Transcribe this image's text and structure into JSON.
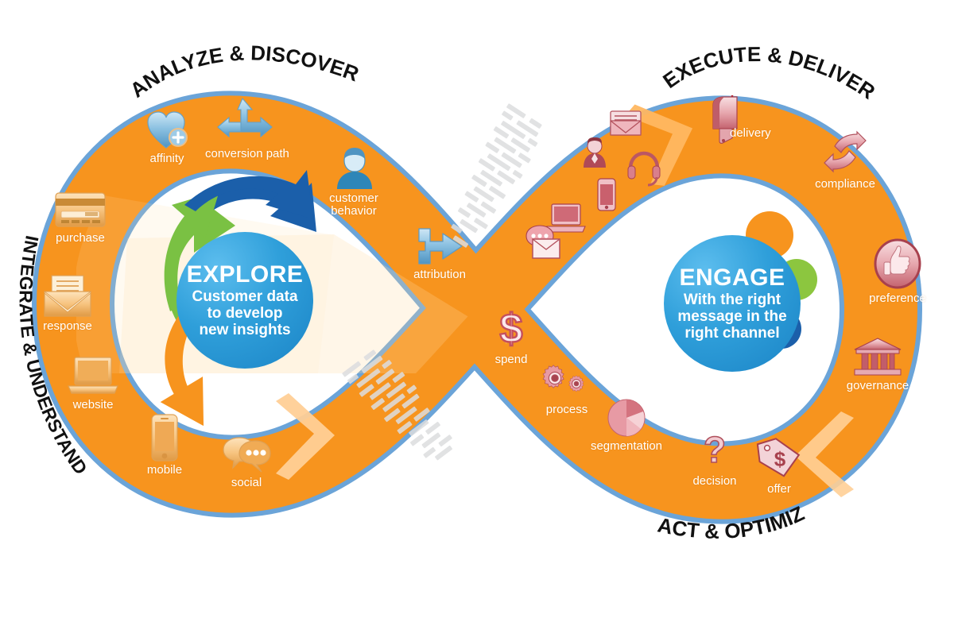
{
  "diagram": {
    "title_curves": [
      {
        "id": "analyze-discover",
        "text": "ANALYZE & DISCOVER"
      },
      {
        "id": "execute-deliver",
        "text": "EXECUTE & DELIVER"
      },
      {
        "id": "integrate-understand",
        "text": "INTEGRATE & UNDERSTAND"
      },
      {
        "id": "act-optimize",
        "text": "ACT & OPTIMIZE"
      }
    ],
    "hubs": [
      {
        "id": "explore",
        "title": "EXPLORE",
        "subtitle": "Customer data\nto develop\nnew insights",
        "sub_line1": "Customer data",
        "sub_line2": "to develop",
        "sub_line3": "new insights",
        "color": "#2e9bd6"
      },
      {
        "id": "engage",
        "title": "ENGAGE",
        "subtitle": "With the right\nmessage in the\nright channel",
        "sub_line1": "With the right",
        "sub_line2": "message in the",
        "sub_line3": "right channel",
        "color": "#2e9bd6"
      }
    ],
    "nodes_left": [
      {
        "id": "affinity",
        "label": "affinity",
        "icon": "heart-plus-icon",
        "tone": "blue"
      },
      {
        "id": "conversion-path",
        "label": "conversion path",
        "icon": "three-way-arrow-icon",
        "tone": "blue"
      },
      {
        "id": "customer-behavior",
        "label": "customer behavior",
        "label_l1": "customer",
        "label_l2": "behavior",
        "icon": "person-bust-icon",
        "tone": "blue"
      },
      {
        "id": "attribution",
        "label": "attribution",
        "icon": "merge-arrow-icon",
        "tone": "blue"
      },
      {
        "id": "purchase",
        "label": "purchase",
        "icon": "credit-card-icon",
        "tone": "gold"
      },
      {
        "id": "response",
        "label": "response",
        "icon": "open-envelope-icon",
        "tone": "gold"
      },
      {
        "id": "website",
        "label": "website",
        "icon": "laptop-icon",
        "tone": "gold"
      },
      {
        "id": "mobile",
        "label": "mobile",
        "icon": "smartphone-icon",
        "tone": "gold"
      },
      {
        "id": "social",
        "label": "social",
        "icon": "chat-bubbles-icon",
        "tone": "gold"
      }
    ],
    "nodes_right": [
      {
        "id": "delivery",
        "label": "delivery",
        "icon": "mailbox-icon",
        "tone": "pink"
      },
      {
        "id": "compliance",
        "label": "compliance",
        "icon": "recycle-arrows-icon",
        "tone": "pink"
      },
      {
        "id": "preference",
        "label": "preference",
        "icon": "thumbs-up-icon",
        "tone": "pink"
      },
      {
        "id": "governance",
        "label": "governance",
        "icon": "bank-building-icon",
        "tone": "pink"
      },
      {
        "id": "offer",
        "label": "offer",
        "icon": "price-tag-dollar-icon",
        "tone": "pink"
      },
      {
        "id": "decision",
        "label": "decision",
        "icon": "question-mark-icon",
        "tone": "pink"
      },
      {
        "id": "segmentation",
        "label": "segmentation",
        "icon": "pie-chart-icon",
        "tone": "pink"
      },
      {
        "id": "process",
        "label": "process",
        "icon": "gears-icon",
        "tone": "pink"
      },
      {
        "id": "spend",
        "label": "spend",
        "icon": "dollar-sign-icon",
        "tone": "pink"
      }
    ],
    "channel_cluster": [
      {
        "id": "channel-email-open",
        "icon": "open-envelope-icon"
      },
      {
        "id": "channel-agent",
        "icon": "person-suit-icon"
      },
      {
        "id": "channel-headset",
        "icon": "headset-icon"
      },
      {
        "id": "channel-mobile",
        "icon": "smartphone-icon"
      },
      {
        "id": "channel-laptop",
        "icon": "laptop-icon"
      },
      {
        "id": "channel-chat",
        "icon": "chat-bubble-icon"
      },
      {
        "id": "channel-envelope",
        "icon": "envelope-icon"
      }
    ],
    "colors": {
      "band_orange": "#f7941e",
      "band_orange_light": "#f9a94a",
      "band_outline_blue": "#6ba4d8",
      "hub_blue_dark": "#1b75bb",
      "hub_blue_light": "#41a7dd",
      "accent_green": "#7ac143",
      "accent_orange": "#f7941e",
      "accent_navy": "#1b5faa",
      "icon_blue": "#7fb7dc",
      "icon_gold": "#f5b860",
      "icon_pink": "#e09aa4",
      "label_white": "#ffffff",
      "heading_black": "#111111",
      "data_stream_gray": "#d9dadb",
      "background": "#ffffff"
    }
  }
}
